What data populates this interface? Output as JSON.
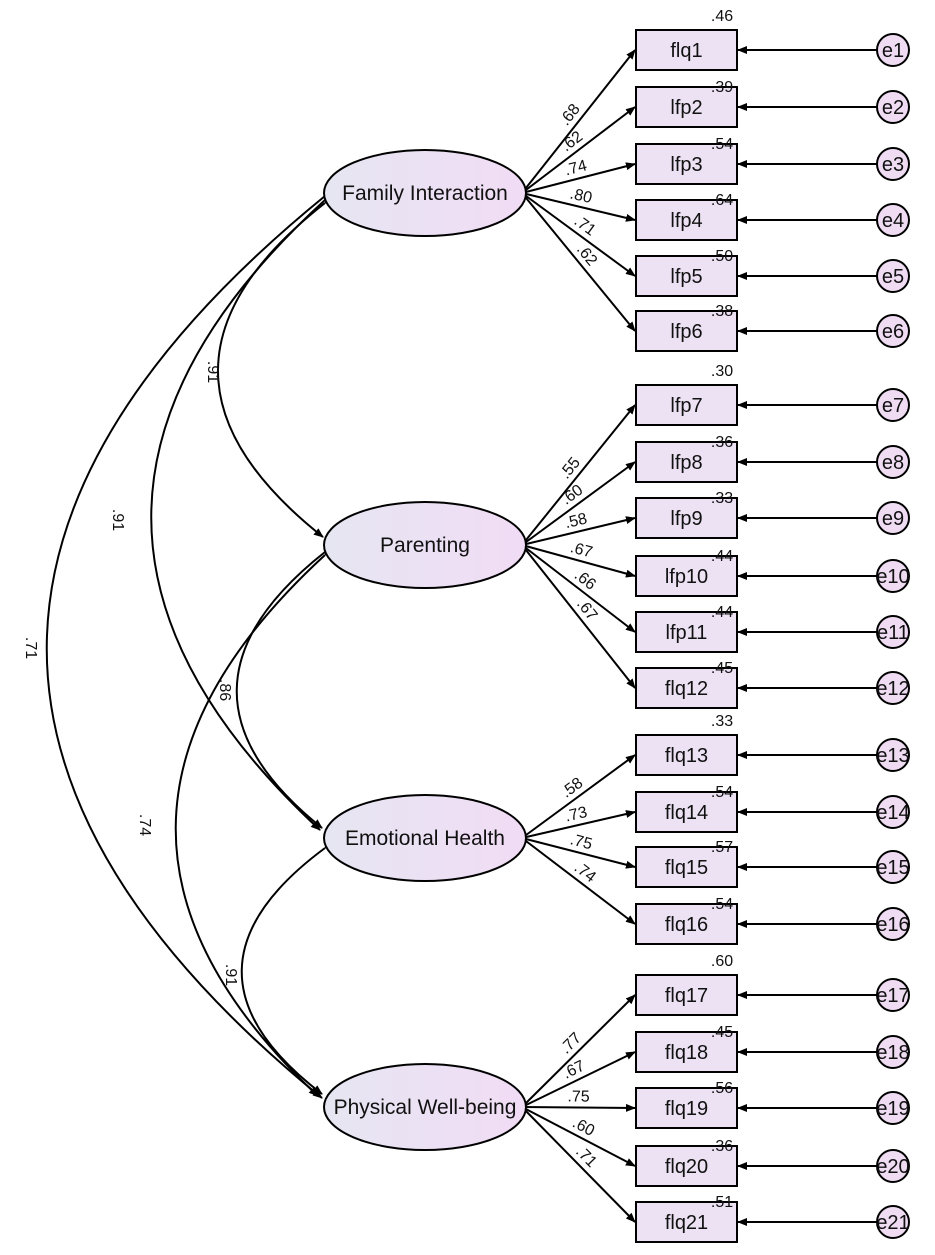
{
  "colors": {
    "ellipse_fill_left": "#e6e6f2",
    "ellipse_fill_right": "#f1dcf5",
    "box_fill": "#ece2f3",
    "error_fill": "#efdcf3",
    "stroke": "#000000"
  },
  "factors": [
    {
      "label": "Family Interaction"
    },
    {
      "label": "Parenting"
    },
    {
      "label": "Emotional Health"
    },
    {
      "label": "Physical Well-being"
    }
  ],
  "items": [
    {
      "label": "flq1",
      "error": "e1",
      "loading": ".68",
      "r2_top": ".46"
    },
    {
      "label": "lfp2",
      "error": "e2",
      "loading": ".62",
      "r2": ".39"
    },
    {
      "label": "lfp3",
      "error": "e3",
      "loading": ".74",
      "r2": ".54"
    },
    {
      "label": "lfp4",
      "error": "e4",
      "loading": ".80",
      "r2": ".64"
    },
    {
      "label": "lfp5",
      "error": "e5",
      "loading": ".71",
      "r2": ".50"
    },
    {
      "label": "lfp6",
      "error": "e6",
      "loading": ".62",
      "r2": ".38"
    },
    {
      "label": "lfp7",
      "error": "e7",
      "loading": ".55",
      "r2_top": ".30"
    },
    {
      "label": "lfp8",
      "error": "e8",
      "loading": ".60",
      "r2": ".36"
    },
    {
      "label": "lfp9",
      "error": "e9",
      "loading": ".58",
      "r2": ".33"
    },
    {
      "label": "lfp10",
      "error": "e10",
      "loading": ".67",
      "r2": ".44"
    },
    {
      "label": "lfp11",
      "error": "e11",
      "loading": ".66",
      "r2": ".44"
    },
    {
      "label": "flq12",
      "error": "e12",
      "loading": ".67",
      "r2": ".45"
    },
    {
      "label": "flq13",
      "error": "e13",
      "loading": ".58",
      "r2_top": ".33"
    },
    {
      "label": "flq14",
      "error": "e14",
      "loading": ".73",
      "r2": ".54"
    },
    {
      "label": "flq15",
      "error": "e15",
      "loading": ".75",
      "r2": ".57"
    },
    {
      "label": "flq16",
      "error": "e16",
      "loading": ".74",
      "r2": ".54"
    },
    {
      "label": "flq17",
      "error": "e17",
      "loading": ".77",
      "r2_top": ".60"
    },
    {
      "label": "flq18",
      "error": "e18",
      "loading": ".67",
      "r2": ".45"
    },
    {
      "label": "flq19",
      "error": "e19",
      "loading": ".75",
      "r2": ".56"
    },
    {
      "label": "flq20",
      "error": "e20",
      "loading": ".60",
      "r2": ".36"
    },
    {
      "label": "flq21",
      "error": "e21",
      "loading": ".71",
      "r2": ".51"
    }
  ],
  "correlations": [
    {
      "from": "Family Interaction",
      "to": "Parenting",
      "value": ".91"
    },
    {
      "from": "Family Interaction",
      "to": "Emotional Health",
      "value": ".91"
    },
    {
      "from": "Family Interaction",
      "to": "Physical Well-being",
      "value": ".71"
    },
    {
      "from": "Parenting",
      "to": "Emotional Health",
      "value": ".86"
    },
    {
      "from": "Parenting",
      "to": "Physical Well-being",
      "value": ".74"
    },
    {
      "from": "Emotional Health",
      "to": "Physical Well-being",
      "value": ".91"
    }
  ]
}
